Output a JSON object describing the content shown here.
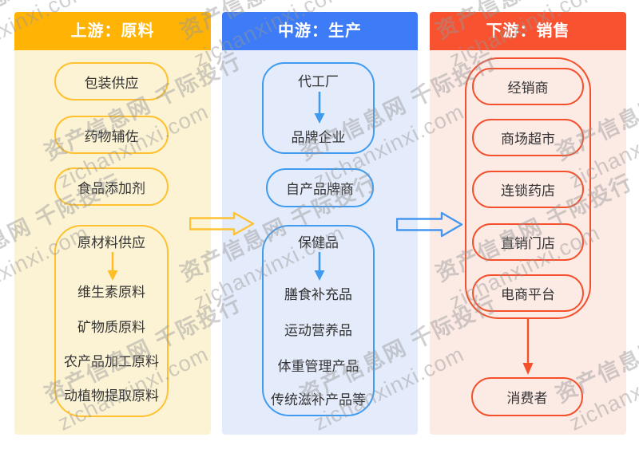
{
  "watermark": {
    "line1": "资产信息网 千际投行",
    "line2": "zichanxinxi.com"
  },
  "colors": {
    "upstream_header": "#FFB405",
    "upstream_body": "#FCF3D4",
    "upstream_accent": "#FFC12F",
    "midstream_header": "#3D7CF6",
    "midstream_body": "#E4ECFB",
    "midstream_accent": "#3F9BF0",
    "downstream_header": "#F85231",
    "downstream_body": "#FCEAE4",
    "downstream_accent": "#F4502C",
    "text": "#333333"
  },
  "upstream": {
    "header": "上游：原料",
    "pills": [
      "包装供应",
      "药物辅佐",
      "食品添加剂"
    ],
    "group": {
      "head": "原材料供应",
      "items": [
        "维生素原料",
        "矿物质原料",
        "农产品加工原料",
        "动植物提取原料"
      ]
    }
  },
  "midstream": {
    "header": "中游：生产",
    "group1": {
      "head": "代工厂",
      "tail": "品牌企业"
    },
    "pill": "自产品牌商",
    "group2": {
      "head": "保健品",
      "items": [
        "膳食补充品",
        "运动营养品",
        "体重管理产品",
        "传统滋补产品等"
      ]
    }
  },
  "downstream": {
    "header": "下游：销售",
    "channels": [
      "经销商",
      "商场超市",
      "连锁药店",
      "直销门店",
      "电商平台"
    ],
    "consumer": "消费者"
  }
}
